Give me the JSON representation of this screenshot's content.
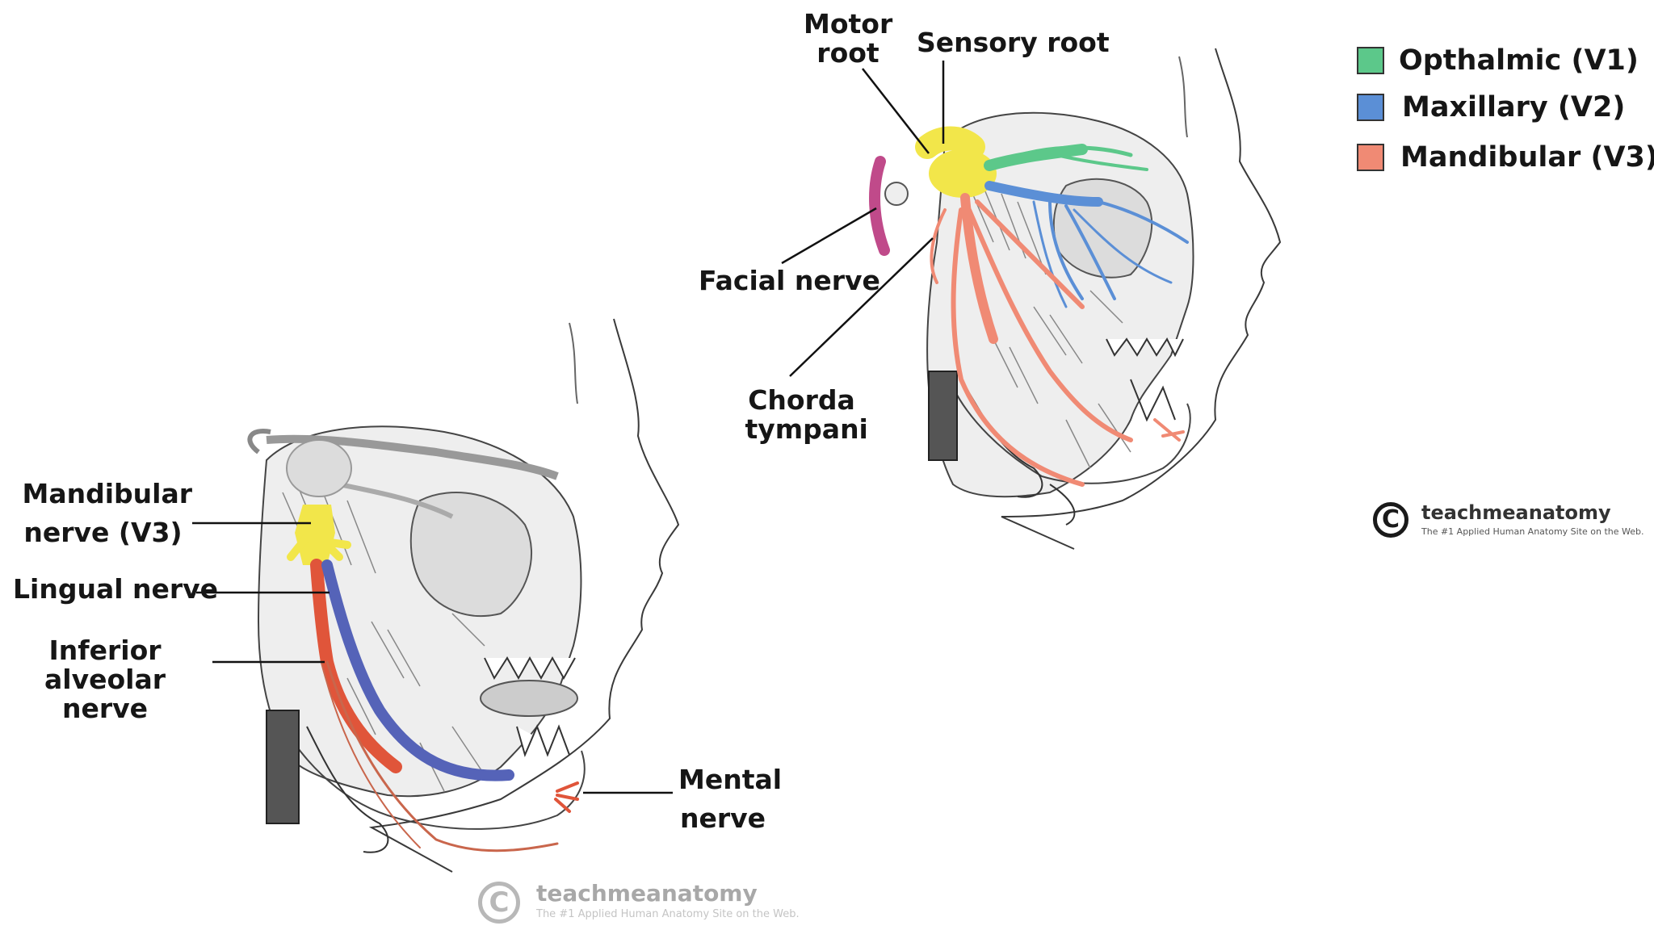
{
  "legend": [
    {
      "label": "Opthalmic (V1)",
      "color": "#5cc88a"
    },
    {
      "label": "Maxillary (V2)",
      "color": "#5b8fd6"
    },
    {
      "label": "Mandibular (V3)",
      "color": "#f08a74"
    }
  ],
  "top_figure": {
    "motor_root": "Motor root",
    "sensory_root": "Sensory root",
    "facial_nerve": "Facial nerve",
    "chorda_tympani": "Chorda tympani"
  },
  "bottom_figure": {
    "mandibular_nerve": "Mandibular nerve (V3)",
    "lingual_nerve": "Lingual nerve",
    "inferior_alveolar_nerve": "Inferior alveolar nerve",
    "mental_nerve": "Mental nerve"
  },
  "watermark": {
    "title": "teachmeanatomy",
    "subtitle": "The #1 Applied Human Anatomy Site on the Web.",
    "symbol": "C"
  },
  "colors": {
    "ganglion_yellow": "#f2e64a",
    "v1_green": "#5cc88a",
    "v2_blue": "#5b8fd6",
    "v3_red": "#f08a74",
    "facial_magenta": "#c04a8a",
    "lingual_blue": "#5563b8",
    "alveolar_red": "#e0553a"
  }
}
